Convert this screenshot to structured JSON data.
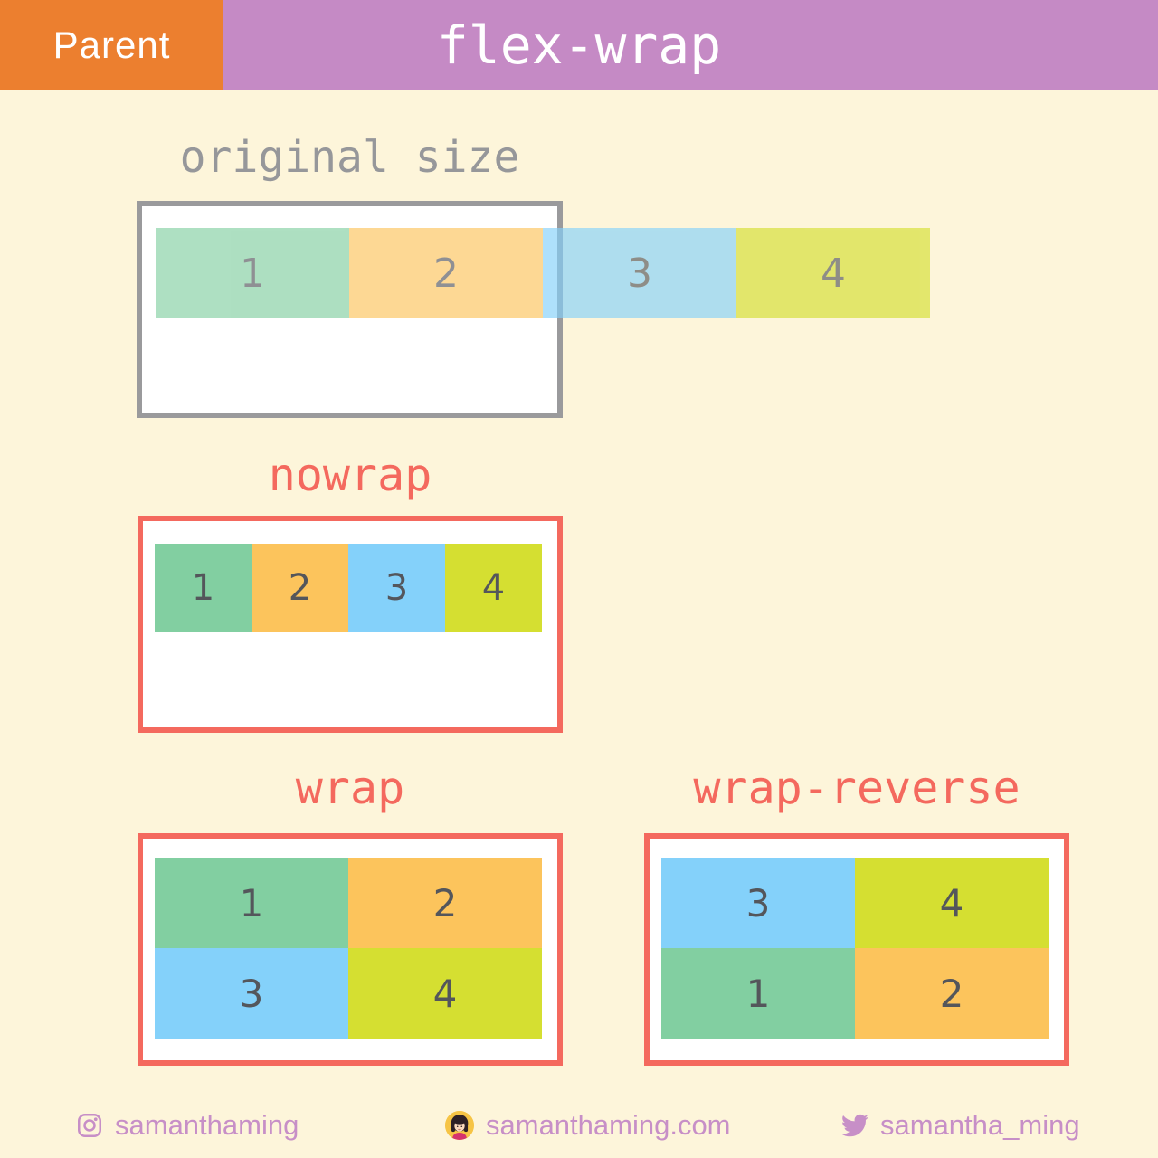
{
  "header": {
    "badge_label": "Parent",
    "title": "flex-wrap"
  },
  "sections": {
    "original": {
      "title": "original size",
      "items": [
        {
          "label": "1",
          "color": "green"
        },
        {
          "label": "2",
          "color": "orange"
        },
        {
          "label": "3",
          "color": "blue"
        },
        {
          "label": "4",
          "color": "yellow"
        }
      ]
    },
    "nowrap": {
      "title": "nowrap",
      "items": [
        {
          "label": "1",
          "color": "green"
        },
        {
          "label": "2",
          "color": "orange"
        },
        {
          "label": "3",
          "color": "blue"
        },
        {
          "label": "4",
          "color": "yellow"
        }
      ]
    },
    "wrap": {
      "title": "wrap",
      "items": [
        {
          "label": "1",
          "color": "green"
        },
        {
          "label": "2",
          "color": "orange"
        },
        {
          "label": "3",
          "color": "blue"
        },
        {
          "label": "4",
          "color": "yellow"
        }
      ]
    },
    "wrap_reverse": {
      "title": "wrap-reverse",
      "items": [
        {
          "label": "3",
          "color": "blue"
        },
        {
          "label": "4",
          "color": "yellow"
        },
        {
          "label": "1",
          "color": "green"
        },
        {
          "label": "2",
          "color": "orange"
        }
      ]
    }
  },
  "footer": {
    "instagram_handle": "samanthaming",
    "website": "samanthaming.com",
    "twitter_handle": "samantha_ming",
    "icons": [
      "instagram-icon",
      "avatar-icon",
      "twitter-icon"
    ]
  },
  "colors": {
    "background": "#FDF5DA",
    "header_purple": "#C58AC5",
    "badge_orange": "#EC7F2F",
    "coral_accent": "#F4695E",
    "gray_accent": "#9A9A9C",
    "item_green": "#82CFA1",
    "item_orange": "#FCC45C",
    "item_blue": "#84D1FA",
    "item_yellow": "#D5DF31",
    "digit_gray": "#54565B",
    "footer_purple": "#C78FC7"
  }
}
